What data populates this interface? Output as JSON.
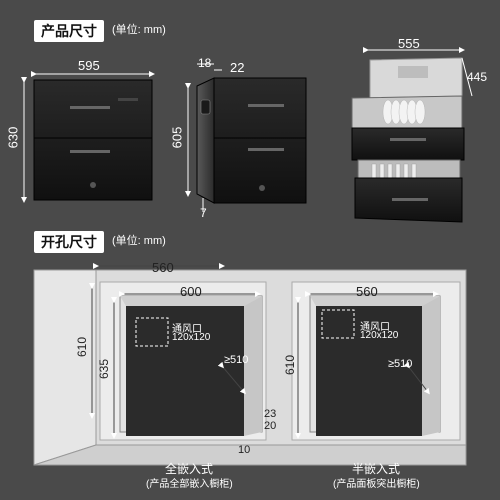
{
  "section1": {
    "title": "产品尺寸",
    "unit": "(单位: mm)"
  },
  "section2": {
    "title": "开孔尺寸",
    "unit": "(单位: mm)"
  },
  "product": {
    "width": "595",
    "height": "630",
    "depth_height": "605",
    "handle_depth": "18",
    "side_depth": "22",
    "bottom_gap": "7",
    "open_width": "555",
    "open_depth": "445"
  },
  "cutout": {
    "cabinet_top_width": "560",
    "full_inner_width": "600",
    "full_inner_height_outer": "610",
    "full_inner_height": "635",
    "full_depth": "≥510",
    "full_gap_a": "23",
    "full_gap_b": "20",
    "full_gap_c": "10",
    "vent_label": "通风口",
    "vent_size": "120x120",
    "full_caption": "全嵌入式",
    "full_subcaption": "(产品全部嵌入橱柜)",
    "half_inner_width": "560",
    "half_inner_height": "610",
    "half_depth": "≥510",
    "half_vent_label": "通风口",
    "half_vent_size": "120x120",
    "half_caption": "半嵌入式",
    "half_subcaption": "(产品面板突出橱柜)"
  },
  "colors": {
    "background": "#4a4a4a",
    "cabinet_wall": "#e6e6e6",
    "cabinet_inner": "#2b2b2b",
    "accent_dim": "#ffffff",
    "product_black": "#1a1a1a"
  }
}
